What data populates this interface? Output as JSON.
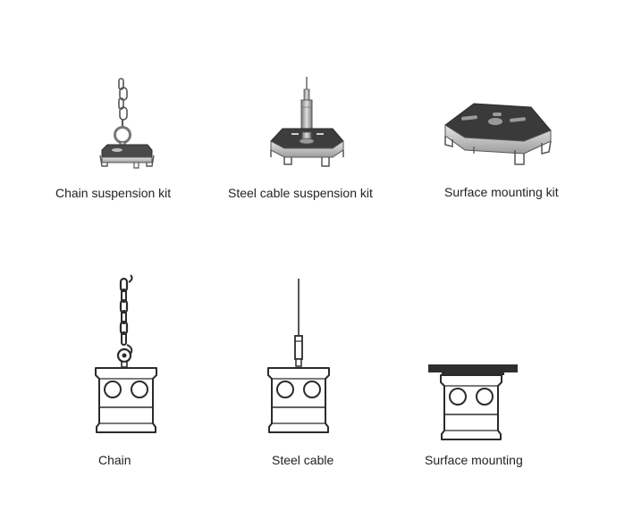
{
  "captions": {
    "chain_kit": "Chain suspension kit",
    "cable_kit": "Steel cable suspension kit",
    "surface_kit": "Surface mounting kit",
    "chain": "Chain",
    "cable": "Steel cable",
    "surface": "Surface mounting"
  },
  "colors": {
    "stroke": "#2b2b2b",
    "plate_top": "#3a3a3a",
    "plate_side": "#c9c9c9",
    "metal": "#a8a8a8",
    "background": "#ffffff"
  }
}
